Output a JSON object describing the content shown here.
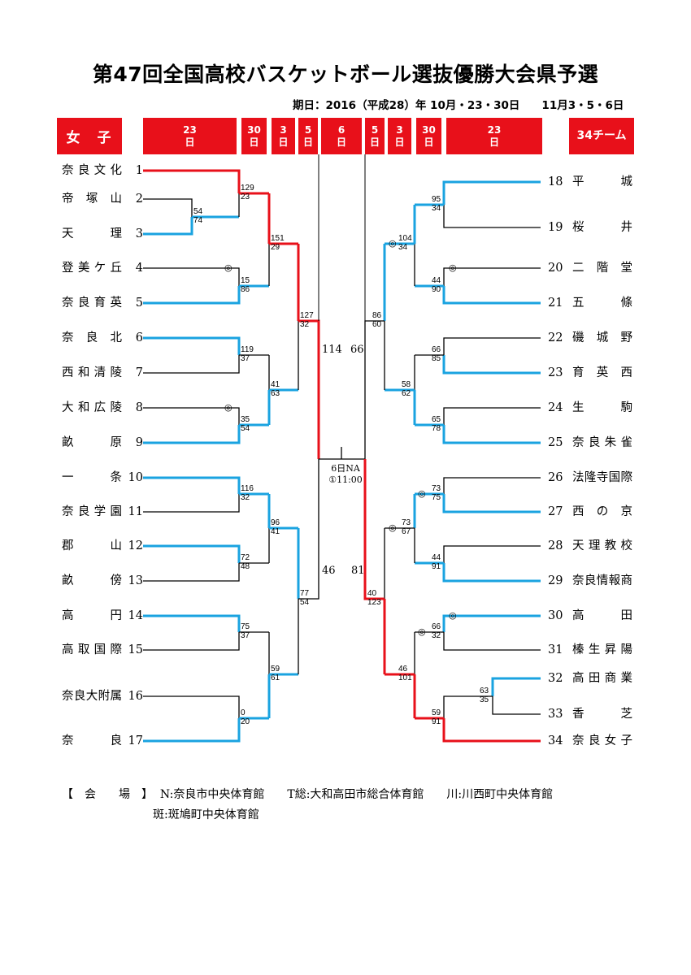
{
  "title": "第47回全国高校バスケットボール選抜優勝大会県予選",
  "dates": "期日：2016（平成28）年 10月・23・30日　　11月3・5・6日",
  "headers": {
    "women": "女　子",
    "teams_count": "34チーム",
    "rounds": [
      "23\n日",
      "30\n日",
      "3\n日",
      "5\n日",
      "6\n日",
      "5\n日",
      "3\n日",
      "30\n日",
      "23\n日"
    ]
  },
  "left_teams": [
    {
      "name": "奈良文化",
      "num": "1"
    },
    {
      "name": "帝塚山",
      "num": "2"
    },
    {
      "name": "天理",
      "num": "3"
    },
    {
      "name": "登美ケ丘",
      "num": "4"
    },
    {
      "name": "奈良育英",
      "num": "5"
    },
    {
      "name": "奈良北",
      "num": "6"
    },
    {
      "name": "西和清陵",
      "num": "7"
    },
    {
      "name": "大和広陵",
      "num": "8"
    },
    {
      "name": "畝原",
      "num": "9"
    },
    {
      "name": "一条",
      "num": "10"
    },
    {
      "name": "奈良学園",
      "num": "11"
    },
    {
      "name": "郡山",
      "num": "12"
    },
    {
      "name": "畝傍",
      "num": "13"
    },
    {
      "name": "高円",
      "num": "14"
    },
    {
      "name": "高取国際",
      "num": "15"
    },
    {
      "name": "奈良大附属",
      "num": "16"
    },
    {
      "name": "奈良",
      "num": "17"
    }
  ],
  "right_teams": [
    {
      "name": "平城",
      "num": "18"
    },
    {
      "name": "桜井",
      "num": "19"
    },
    {
      "name": "二階堂",
      "num": "20"
    },
    {
      "name": "五條",
      "num": "21"
    },
    {
      "name": "磯城野",
      "num": "22"
    },
    {
      "name": "育英西",
      "num": "23"
    },
    {
      "name": "生駒",
      "num": "24"
    },
    {
      "name": "奈良朱雀",
      "num": "25"
    },
    {
      "name": "法隆寺国際",
      "num": "26"
    },
    {
      "name": "西の京",
      "num": "27"
    },
    {
      "name": "天理教校",
      "num": "28"
    },
    {
      "name": "奈良情報商",
      "num": "29"
    },
    {
      "name": "高田",
      "num": "30"
    },
    {
      "name": "榛生昇陽",
      "num": "31"
    },
    {
      "name": "高田商業",
      "num": "32"
    },
    {
      "name": "香芝",
      "num": "33"
    },
    {
      "name": "奈良女子",
      "num": "34"
    }
  ],
  "scores": {
    "l_2_3": [
      "54",
      "74"
    ],
    "l_1_w": [
      "129",
      "23"
    ],
    "l_4_5": [
      "15",
      "86"
    ],
    "l_a_b": [
      "151",
      "29"
    ],
    "l_6_7": [
      "119",
      "37"
    ],
    "l_8_9": [
      "35",
      "54"
    ],
    "l_c_d": [
      "41",
      "63"
    ],
    "l_semi": [
      "127",
      "32"
    ],
    "l_10_11": [
      "116",
      "32"
    ],
    "l_12_13": [
      "72",
      "48"
    ],
    "l_e_f": [
      "96",
      "41"
    ],
    "l_14_15": [
      "75",
      "37"
    ],
    "l_16_17": [
      "0",
      "20"
    ],
    "l_g_h": [
      "59",
      "61"
    ],
    "l_semi2": [
      "77",
      "54"
    ],
    "r_18_19": [
      "95",
      "34"
    ],
    "r_20_21": [
      "44",
      "90"
    ],
    "r_a_b": [
      "104",
      "34"
    ],
    "r_22_23": [
      "66",
      "85"
    ],
    "r_24_25": [
      "65",
      "78"
    ],
    "r_c_d": [
      "58",
      "62"
    ],
    "r_semi": [
      "86",
      "60"
    ],
    "r_26_27": [
      "73",
      "75"
    ],
    "r_28_29": [
      "44",
      "91"
    ],
    "r_e_f": [
      "73",
      "67"
    ],
    "r_30_31": [
      "66",
      "32"
    ],
    "r_32_33": [
      "63",
      "35"
    ],
    "r_w_34": [
      "59",
      "91"
    ],
    "r_g_h": [
      "46",
      "101"
    ],
    "r_semi2": [
      "40",
      "123"
    ]
  },
  "final_scores": {
    "top_left": "114",
    "top_right": "66",
    "bottom_left": "46",
    "bottom_right": "81"
  },
  "final_venue": [
    "6日NA",
    "①11:00"
  ],
  "seed_mark": "◎",
  "footer": {
    "label": "【　会　　場　】",
    "line1": "N:奈良市中央体育館　　T総:大和高田市総合体育館　　川:川西町中央体育館",
    "line2": "斑:斑鳩町中央体育館"
  },
  "colors": {
    "red": "#e8101a",
    "blue": "#1aa3e0",
    "black": "#000000"
  }
}
